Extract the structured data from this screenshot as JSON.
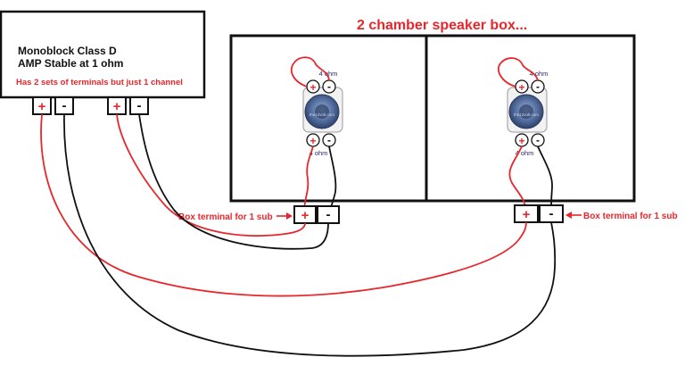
{
  "title": "2 chamber speaker box...",
  "amp": {
    "title_line1": "Monoblock Class D",
    "title_line2": "AMP Stable at 1 ohm",
    "note": "Has 2 sets of terminals but just 1 channel",
    "terminals": [
      {
        "plus": "+",
        "minus": "-"
      },
      {
        "plus": "+",
        "minus": "-"
      }
    ]
  },
  "subs": [
    {
      "ohm_top": "4 ohm",
      "ohm_bottom": "4 ohm",
      "brand": "the12volt.com"
    },
    {
      "ohm_top": "4 ohm",
      "ohm_bottom": "4 ohm",
      "brand": "the12volt.com"
    }
  ],
  "box_terminals": [
    {
      "plus": "+",
      "minus": "-",
      "label": "Box terminal for 1 sub"
    },
    {
      "plus": "+",
      "minus": "-",
      "label": "Box terminal for 1 sub"
    }
  ],
  "colors": {
    "positive_wire": "#e8262b",
    "negative_wire": "#111111",
    "title_text": "#e8262b",
    "speaker_cone": "#3d5a8c"
  }
}
